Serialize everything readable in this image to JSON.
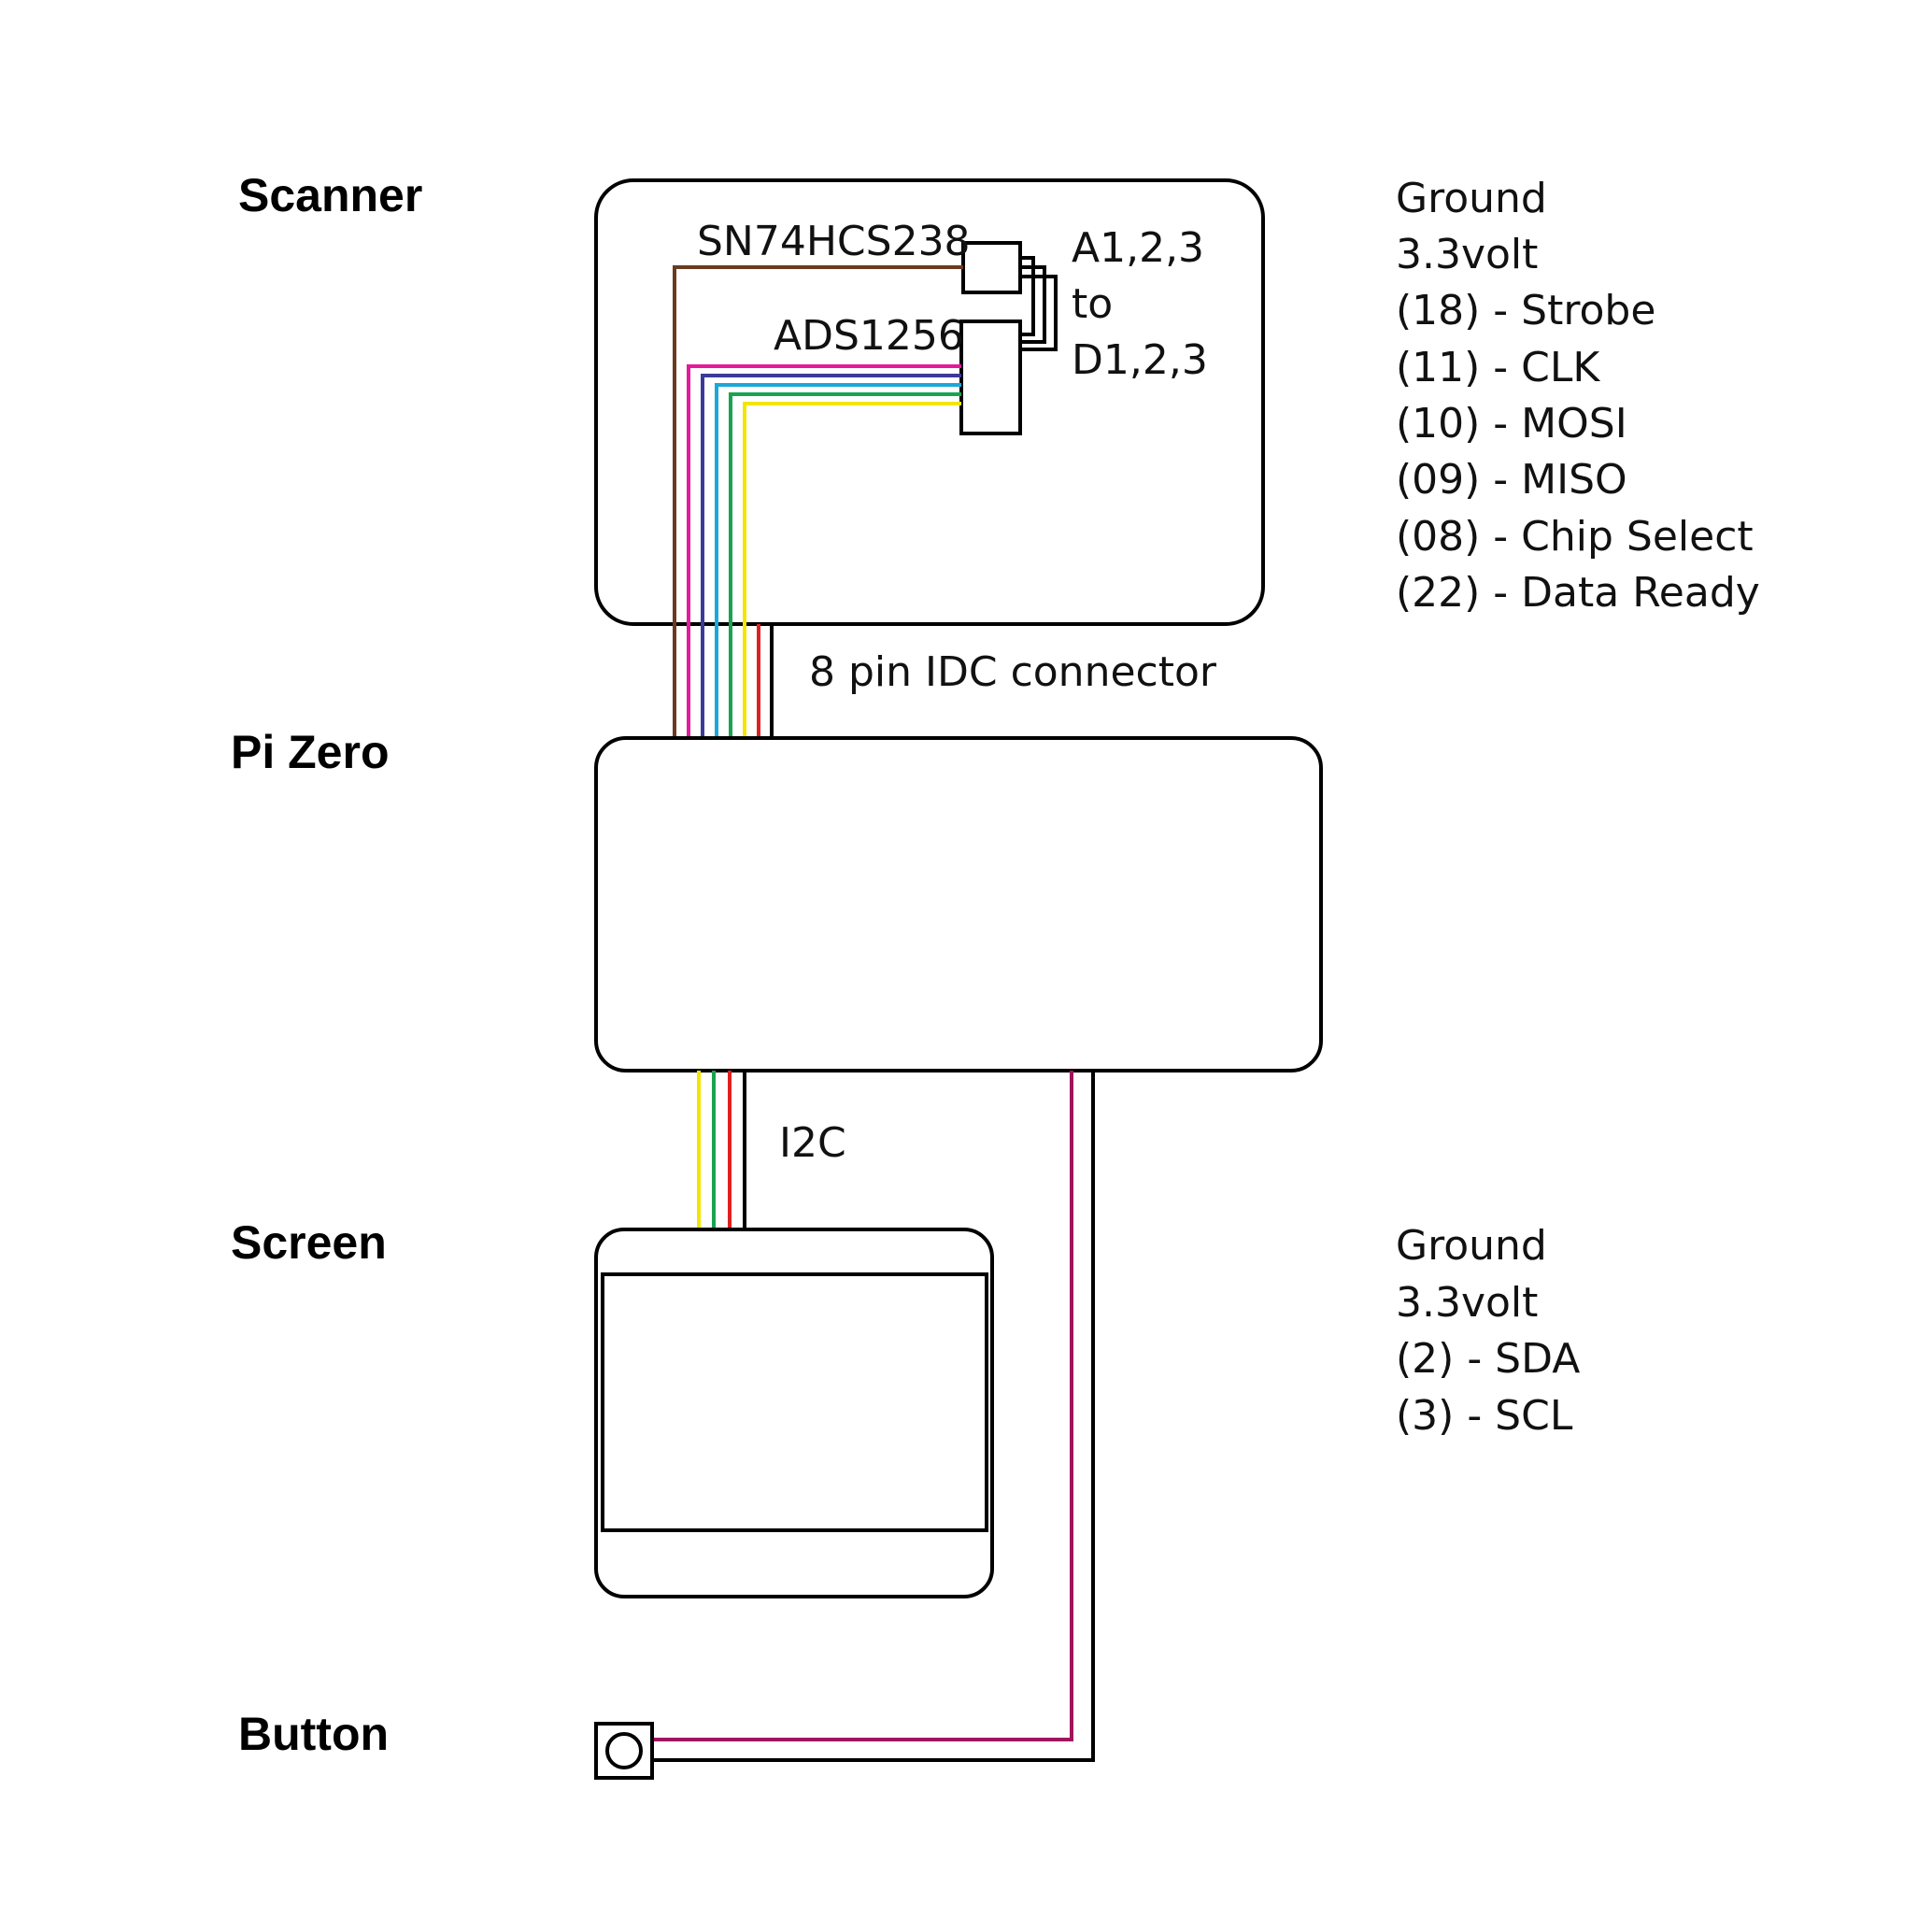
{
  "sections": {
    "scanner": "Scanner",
    "pi_zero": "Pi Zero",
    "screen": "Screen",
    "button": "Button"
  },
  "chips": {
    "mux": "SN74HCS238",
    "adc": "ADS1256",
    "address_line1": "A1,2,3",
    "address_line2": "to",
    "address_line3": "D1,2,3"
  },
  "connectors": {
    "idc": "8 pin IDC connector",
    "i2c": "I2C"
  },
  "scanner_pins": [
    "Ground",
    "3.3volt",
    "(18) - Strobe",
    "(11) - CLK",
    "(10) - MOSI",
    "(09) - MISO",
    "(08) - Chip Select",
    "(22) - Data Ready"
  ],
  "screen_pins": [
    "Ground",
    "3.3volt",
    "(2) - SDA",
    "(3) - SCL"
  ],
  "wire_colors": {
    "strobe": "#6b3a1f",
    "clk": "#e6199c",
    "mosi": "#3a3a9a",
    "miso": "#1aa8d8",
    "chip_select": "#1aa350",
    "data_ready": "#f2e600",
    "power": "#e02020",
    "ground": "#000000",
    "sda": "#f2e600",
    "scl": "#1aa350",
    "button": "#a0155e"
  }
}
